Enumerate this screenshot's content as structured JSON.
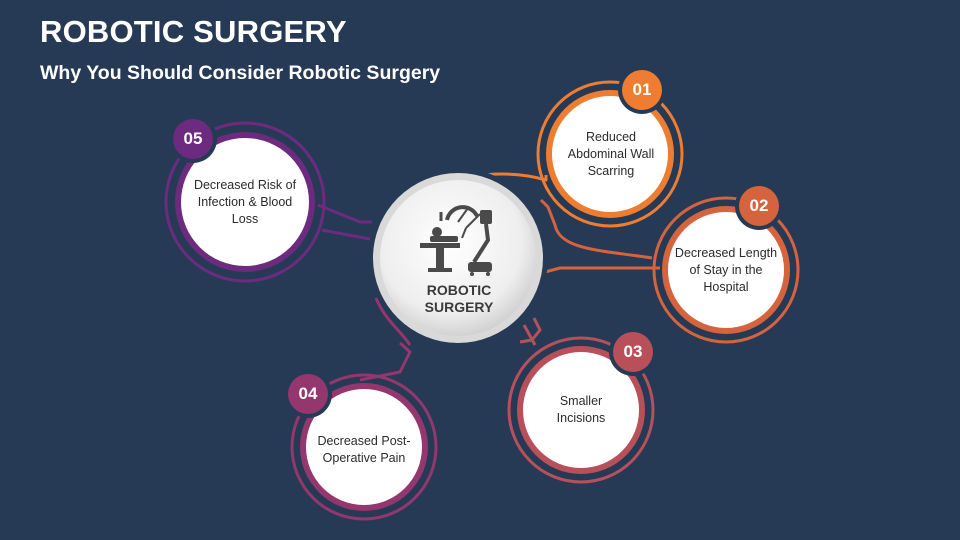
{
  "header": {
    "title": "ROBOTIC SURGERY",
    "subtitle": "Why You Should Consider Robotic Surgery"
  },
  "center": {
    "label": "ROBOTIC SURGERY",
    "icon": "robotic-surgery-icon"
  },
  "items": [
    {
      "number": "01",
      "text": "Reduced Abdominal Wall Scarring",
      "color": "#ee7d31"
    },
    {
      "number": "02",
      "text": "Decreased Length of Stay in the Hospital",
      "color": "#d5633d"
    },
    {
      "number": "03",
      "text": "Smaller Incisions",
      "color": "#b8505a"
    },
    {
      "number": "04",
      "text": "Decreased Post-Operative Pain",
      "color": "#93376e"
    },
    {
      "number": "05",
      "text": "Decreased Risk of Infection & Blood Loss",
      "color": "#6c2b7f"
    }
  ]
}
